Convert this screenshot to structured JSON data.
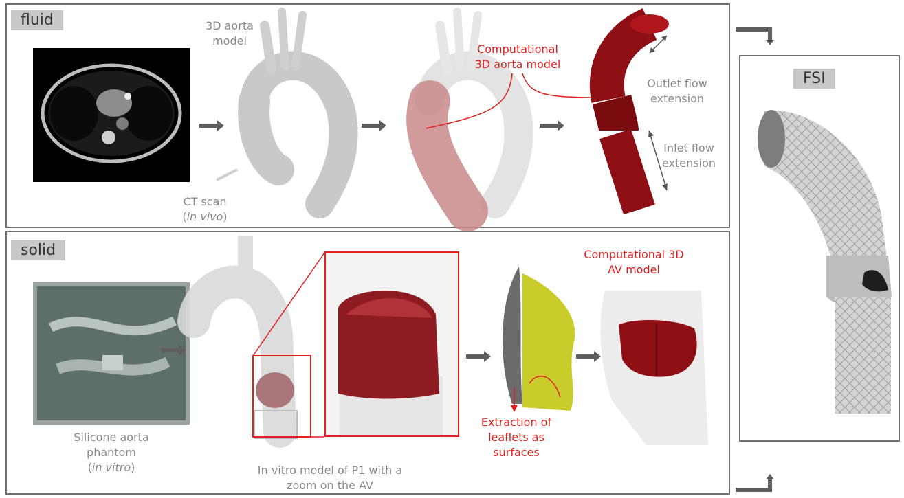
{
  "fluid": {
    "tag": "fluid",
    "ct_caption_1": "CT scan",
    "ct_caption_2": "in vivo",
    "aorta_label_1": "3D aorta",
    "aorta_label_2": "model",
    "comp_label_1": "Computational",
    "comp_label_2": "3D aorta model",
    "outlet_label_1": "Outlet flow",
    "outlet_label_2": "extension",
    "inlet_label_1": "Inlet flow",
    "inlet_label_2": "extension"
  },
  "solid": {
    "tag": "solid",
    "phantom_caption_1": "Silicone aorta",
    "phantom_caption_2": "phantom",
    "phantom_caption_3": "in vitro",
    "invitro_caption_1": "In vitro model of P1 with a",
    "invitro_caption_2": "zoom on the AV",
    "extraction_label_1": "Extraction of",
    "extraction_label_2": "leaflets as",
    "extraction_label_3": "surfaces",
    "av_label_1": "Computational 3D",
    "av_label_2": "AV model"
  },
  "fsi": {
    "tag": "FSI"
  },
  "colors": {
    "accent_red": "#e0201e",
    "tissue_red": "#8e0f14",
    "panel_border": "#6e6e6e",
    "mesh_yellow": "#c9cc2a"
  }
}
